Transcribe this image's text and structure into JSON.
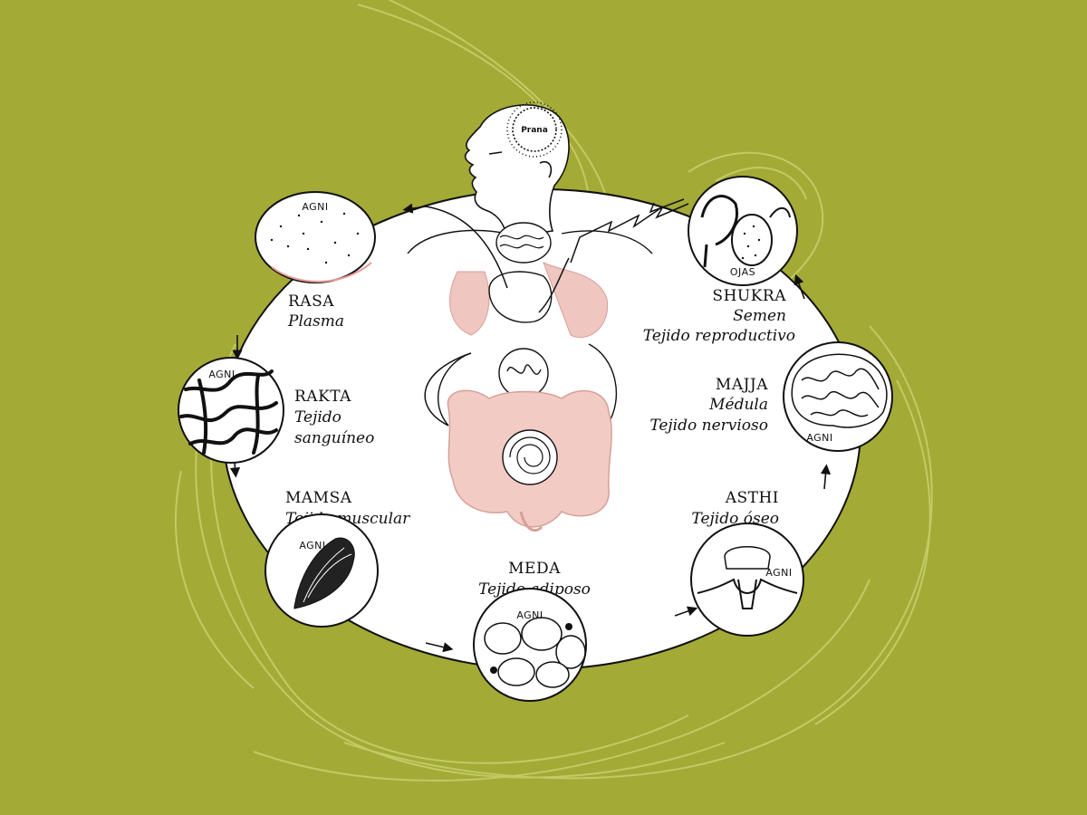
{
  "diagram": {
    "center_label": "Prana",
    "agni_label": "AGNI",
    "ojas_label": "OJAS",
    "tissues": [
      {
        "name": "RASA",
        "lines": [
          "Plasma"
        ]
      },
      {
        "name": "RAKTA",
        "lines": [
          "Tejido",
          "sanguíneo"
        ]
      },
      {
        "name": "MAMSA",
        "lines": [
          "Tejido muscular"
        ]
      },
      {
        "name": "MEDA",
        "lines": [
          "Tejido adiposo"
        ]
      },
      {
        "name": "ASTHI",
        "lines": [
          "Tejido óseo"
        ]
      },
      {
        "name": "MAJJA",
        "lines": [
          "Médula",
          "Tejido nervioso"
        ]
      },
      {
        "name": "SHUKRA",
        "lines": [
          "Semen",
          "Tejido reproductivo"
        ]
      }
    ]
  },
  "colors": {
    "background": "#a3aa36",
    "watermark": "#c8cf6a",
    "organ_pink": "#f0c6c0",
    "ink": "#111111"
  }
}
